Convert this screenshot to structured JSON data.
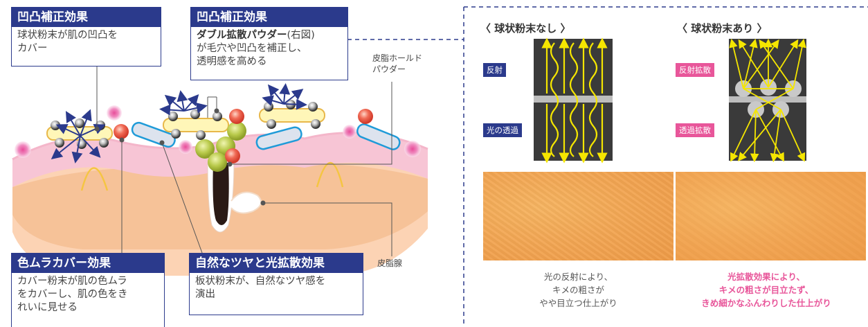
{
  "boxes": {
    "top_left": {
      "title": "凹凸補正効果",
      "lines": [
        "球状粉末が肌の凹凸を",
        "カバー"
      ]
    },
    "top_center": {
      "title": "凹凸補正効果",
      "line1_bold": "ダブル拡散パウダー",
      "line1_rest": "(右図)",
      "lines": [
        "が毛穴や凹凸を補正し、",
        "透明感を高める"
      ]
    },
    "bottom_left": {
      "title": "色ムラカバー効果",
      "lines": [
        "カバー粉末が肌の色ムラ",
        "をカバーし、肌の色をき",
        "れいに見せる"
      ]
    },
    "bottom_center": {
      "title": "自然なツヤと光拡散効果",
      "lines": [
        "板状粉末が、自然なツヤ感を",
        "演出"
      ]
    }
  },
  "labels": {
    "sebum_hold": [
      "皮脂ホールド",
      "パウダー"
    ],
    "sebaceous_gland": "皮脂腺"
  },
  "comparison": {
    "left": {
      "title": "〈 球状粉末なし 〉",
      "tag_top": "反射",
      "tag_bottom": "光の透過",
      "caption": [
        "光の反射により、",
        "キメの粗さが",
        "やや目立つ仕上がり"
      ]
    },
    "right": {
      "title": "〈 球状粉末あり 〉",
      "tag_top": "反射拡散",
      "tag_bottom": "透過拡散",
      "caption": [
        "光拡散効果により、",
        "キメの粗さが目立たず、",
        "きめ細かなふんわりした仕上がり"
      ]
    }
  },
  "colors": {
    "navy": "#2b3a8c",
    "pink": "#e8569a",
    "light_yellow": "#f5e600",
    "skin_photo": "#f2a451",
    "dark_panel": "#3a3a3a"
  }
}
